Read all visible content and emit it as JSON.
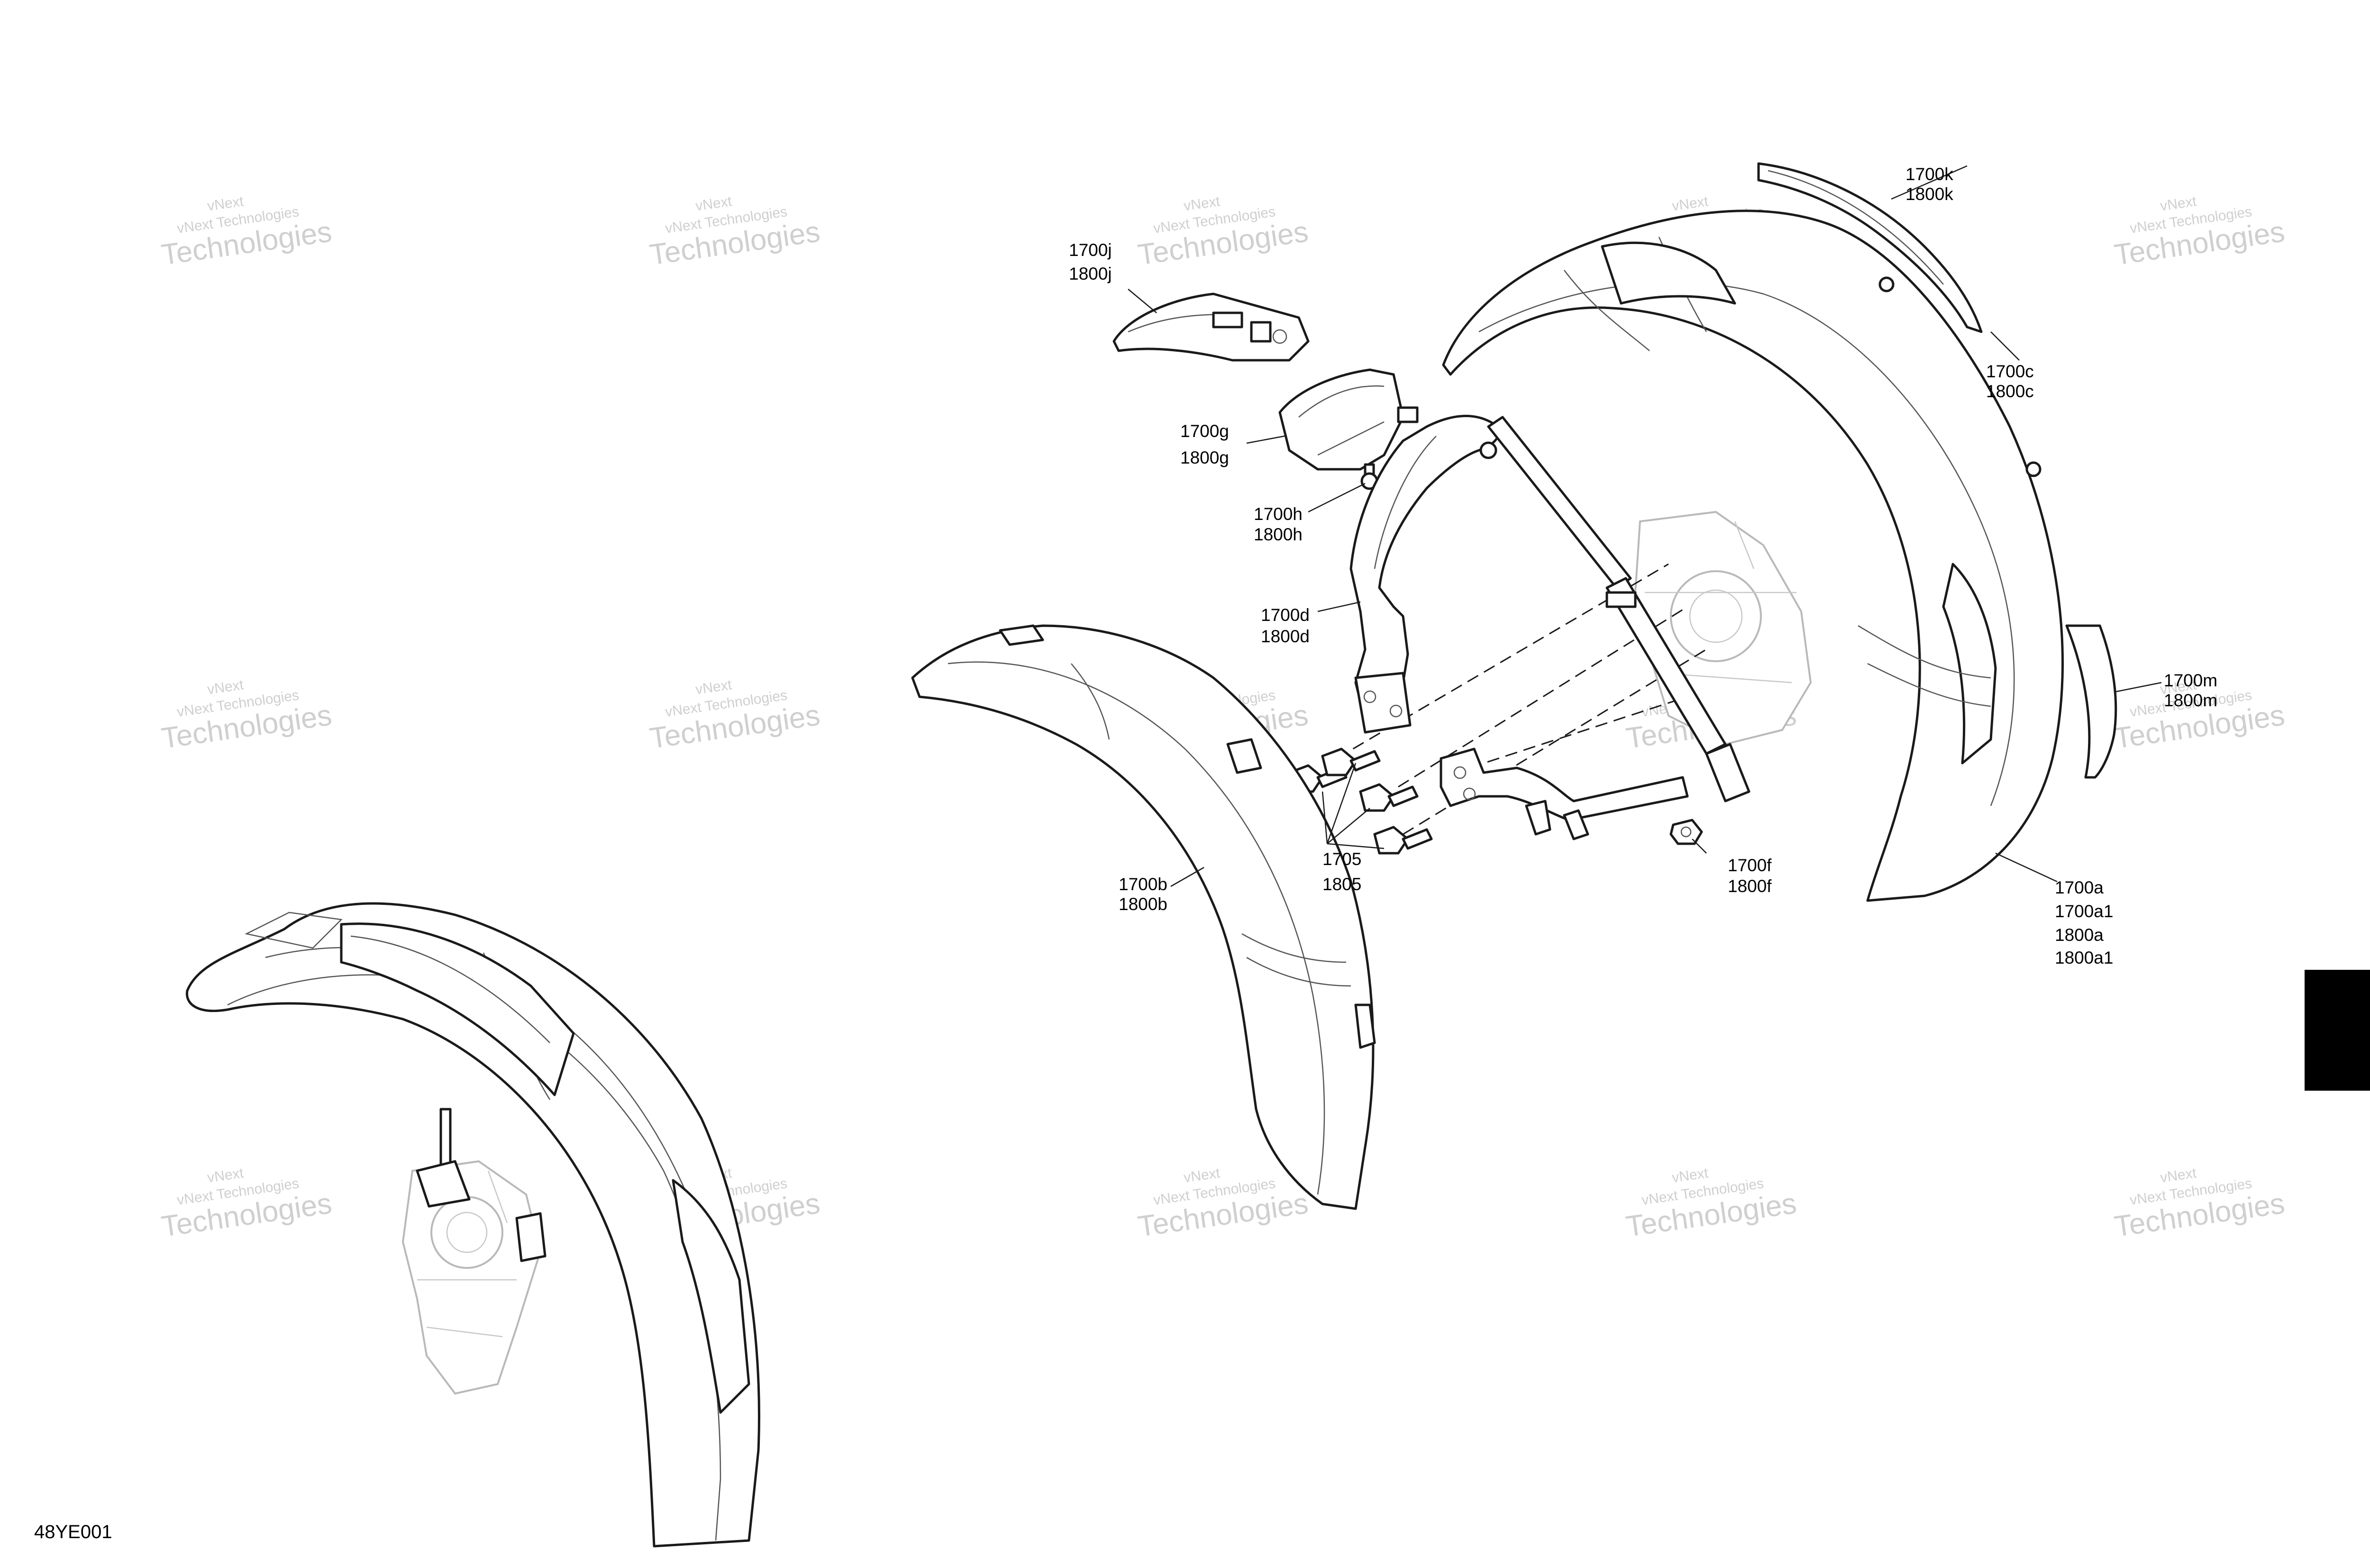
{
  "watermark": {
    "line1": "vNext",
    "line2": "vNext Technologies",
    "line3": "Technologies"
  },
  "reference": "48YE001",
  "callouts": {
    "k": [
      "1700k",
      "1800k"
    ],
    "j": [
      "1700j",
      "1800j"
    ],
    "g": [
      "1700g",
      "1800g"
    ],
    "h": [
      "1700h",
      "1800h"
    ],
    "d": [
      "1700d",
      "1800d"
    ],
    "c": [
      "1700c",
      "1800c"
    ],
    "m": [
      "1700m",
      "1800m"
    ],
    "b": [
      "1700b",
      "1800b"
    ],
    "bolts": [
      "1705",
      "1805"
    ],
    "f": [
      "1700f",
      "1800f"
    ],
    "a": [
      "1700a",
      "1700a1",
      "1800a",
      "1800a1"
    ]
  },
  "colors": {
    "line": "#1a1a1a",
    "ghost": "#b9b9b9",
    "watermark": "#a8a8a8",
    "tab": "#000000"
  }
}
